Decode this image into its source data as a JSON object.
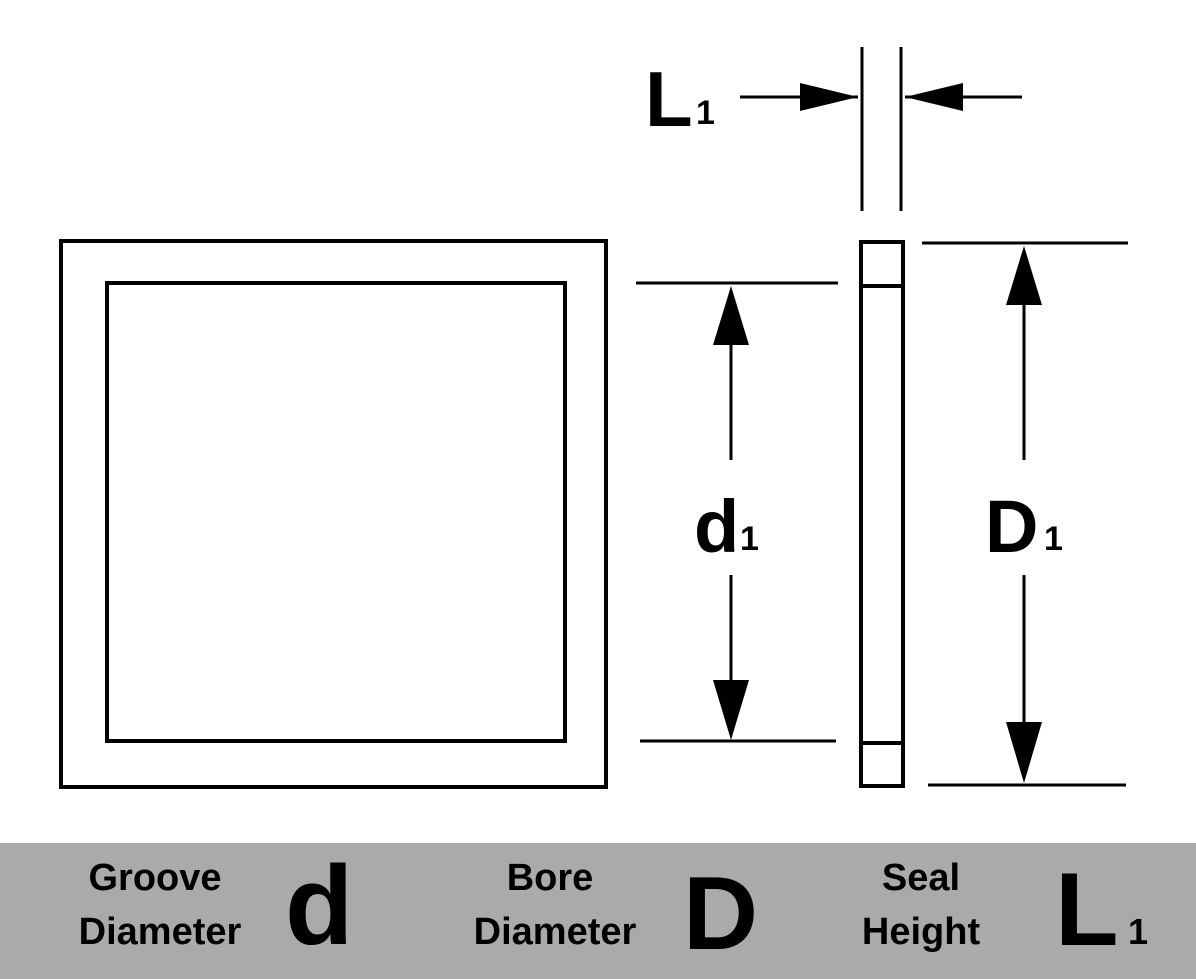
{
  "dimensions": {
    "seal_height": {
      "symbol": "L",
      "subscript": "1"
    },
    "groove_dia": {
      "symbol": "d",
      "subscript": "1"
    },
    "bore_dia": {
      "symbol": "D",
      "subscript": "1"
    }
  },
  "legend": {
    "background": "#aaaaaa",
    "items": [
      {
        "line1": "Groove",
        "line2": "Diameter",
        "symbol": "d",
        "subscript": ""
      },
      {
        "line1": "Bore",
        "line2": "Diameter",
        "symbol": "D",
        "subscript": ""
      },
      {
        "line1": "Seal",
        "line2": "Height",
        "symbol": "L",
        "subscript": "1"
      }
    ]
  }
}
